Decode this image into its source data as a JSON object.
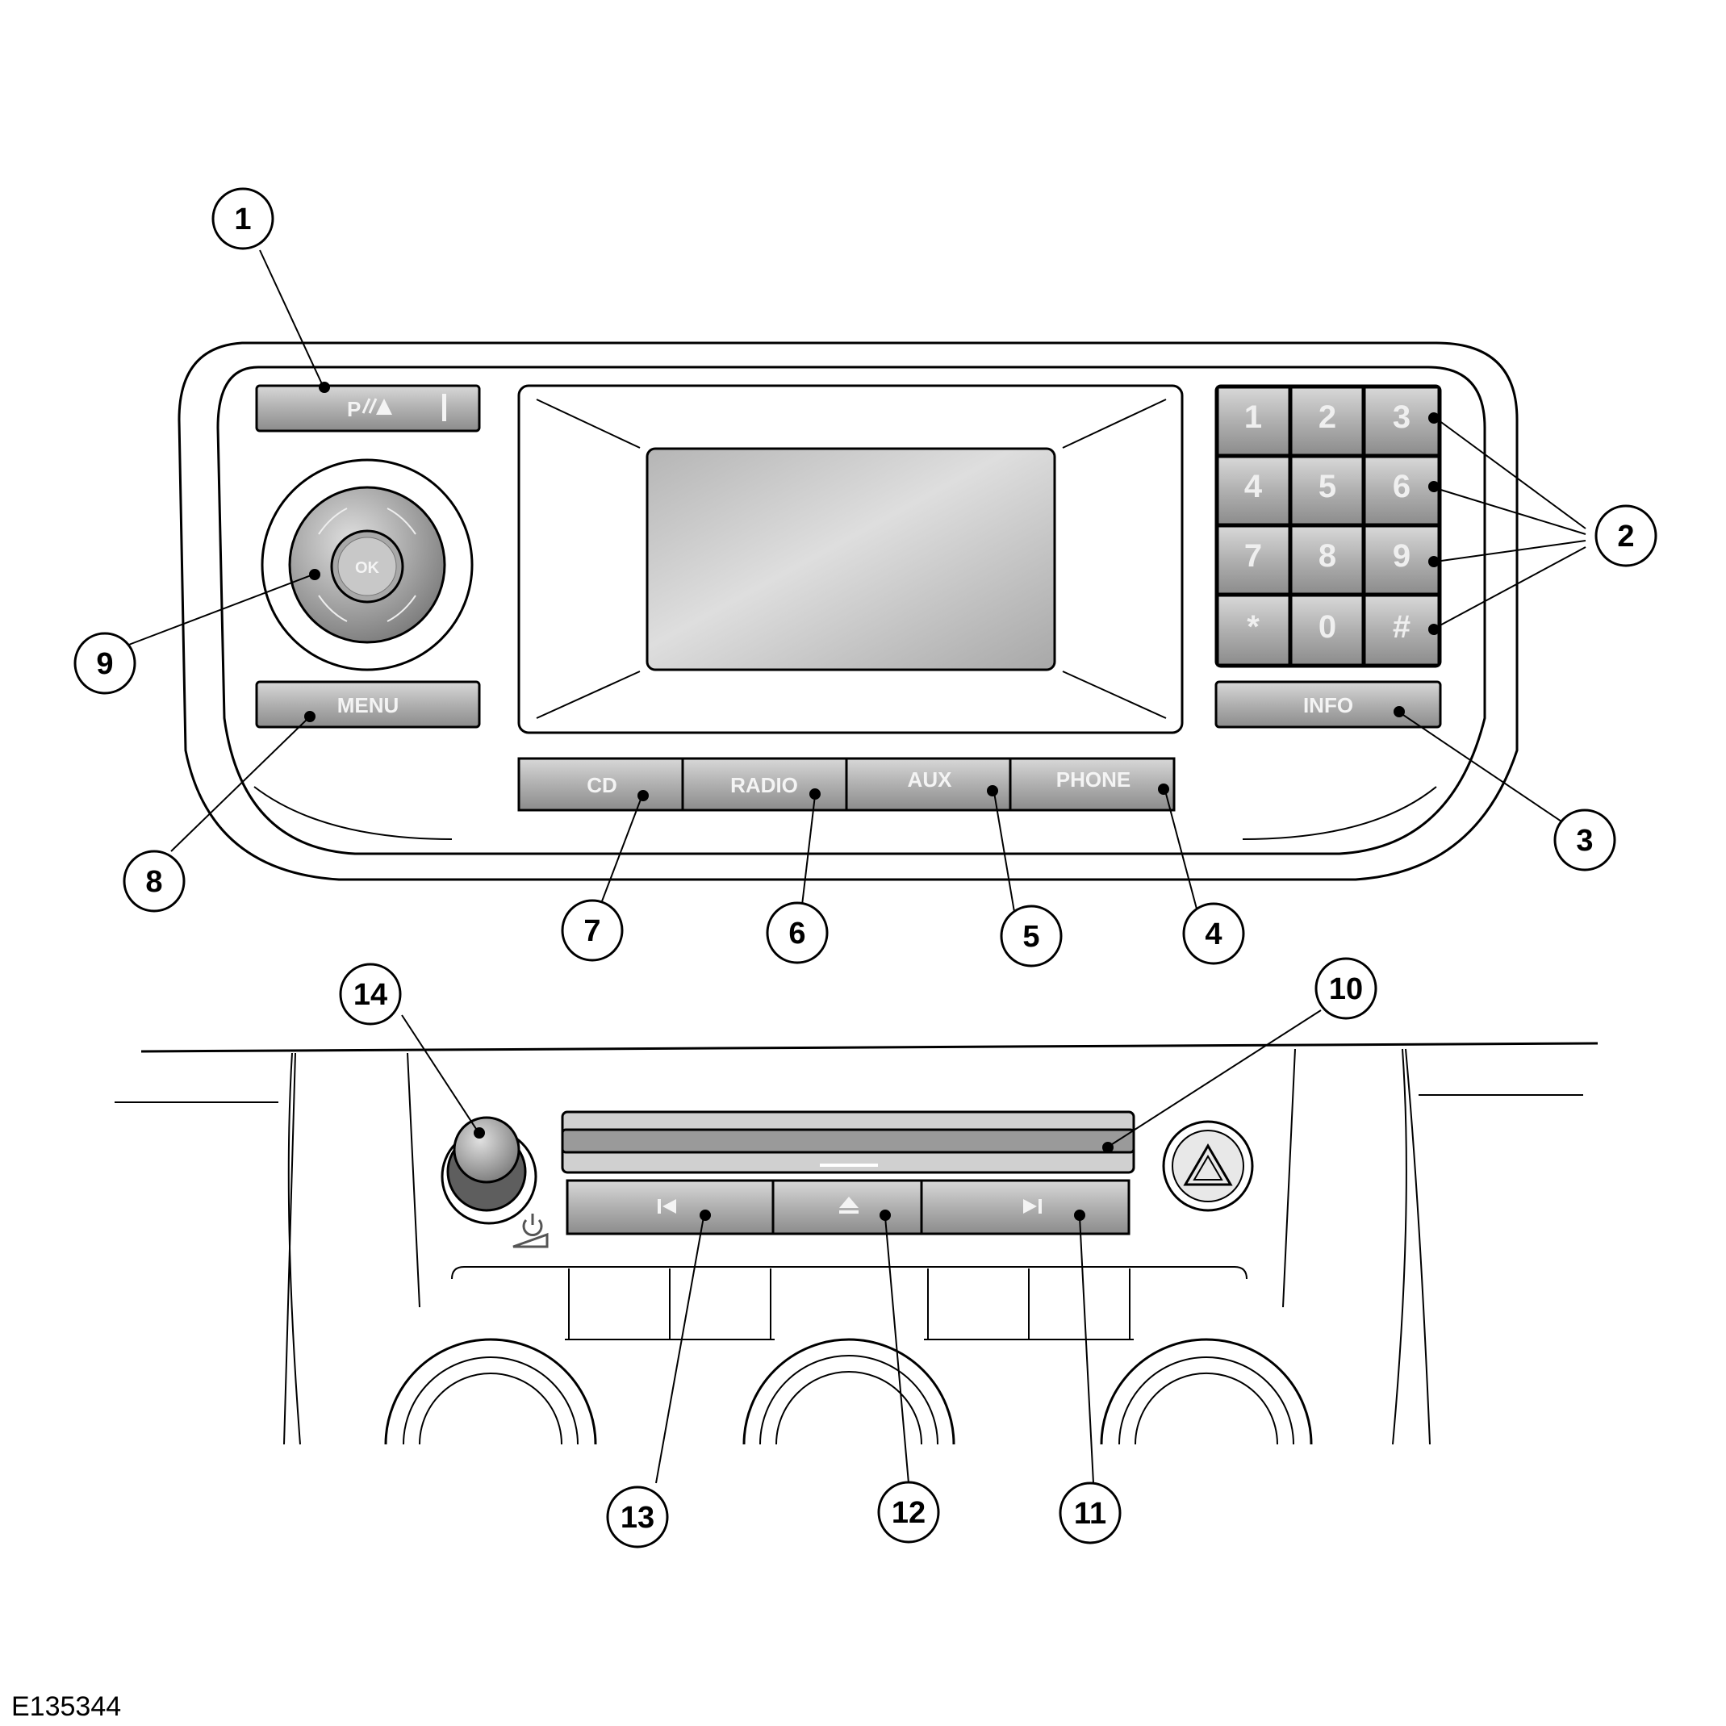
{
  "figure_ref": "E135344",
  "upper_panel": {
    "park_button": {
      "label": "P",
      "icon": "park-assist-icon"
    },
    "menu_button": {
      "label": "MENU"
    },
    "ok_button": {
      "label": "OK"
    },
    "keypad": [
      "1",
      "2",
      "3",
      "4",
      "5",
      "6",
      "7",
      "8",
      "9",
      "*",
      "0",
      "#"
    ],
    "info_button": {
      "label": "INFO"
    },
    "source_buttons": [
      "CD",
      "RADIO",
      "AUX",
      "PHONE"
    ]
  },
  "lower_panel": {
    "media_buttons": [
      {
        "icon": "previous-track-icon"
      },
      {
        "icon": "eject-icon"
      },
      {
        "icon": "next-track-icon"
      }
    ],
    "hazard_button": {
      "icon": "hazard-warning-icon"
    },
    "power_volume_knob": {
      "icon": "power-volume-icon"
    }
  },
  "callouts": [
    "1",
    "2",
    "3",
    "4",
    "5",
    "6",
    "7",
    "8",
    "9",
    "10",
    "11",
    "12",
    "13",
    "14"
  ],
  "colors": {
    "button_gray": "#a9a9a9",
    "screen_gray": "#c8c8c8",
    "line": "#000000"
  }
}
